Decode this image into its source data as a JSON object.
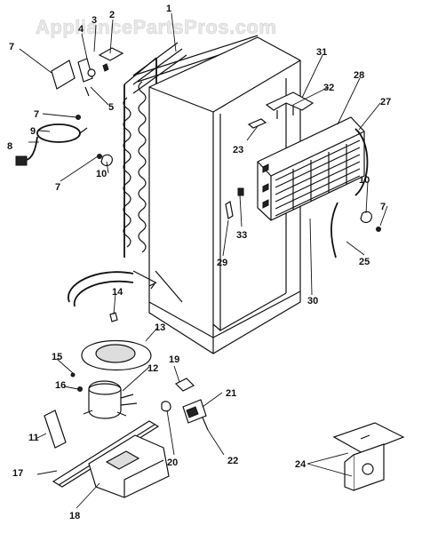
{
  "watermark": "AppliancePartsPros.com",
  "callouts": [
    "1",
    "2",
    "3",
    "4",
    "5",
    "7",
    "7",
    "7",
    "7",
    "8",
    "9",
    "10",
    "10",
    "11",
    "12",
    "13",
    "14",
    "15",
    "16",
    "17",
    "18",
    "19",
    "20",
    "21",
    "22",
    "23",
    "24",
    "25",
    "27",
    "28",
    "29",
    "30",
    "31",
    "32",
    "33"
  ]
}
